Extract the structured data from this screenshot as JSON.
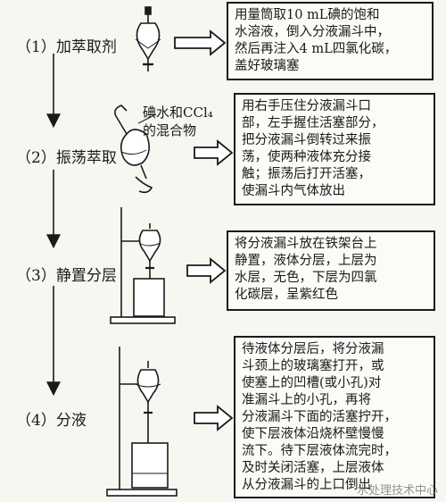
{
  "steps": [
    {
      "label": "（1）加萃取剂",
      "text": "用量筒取10 mL碘的饱和\n水溶液，倒入分液漏斗中，\n然后再注入4 mL四氯化碳，\n盖好玻璃塞"
    },
    {
      "label": "（2）振荡萃取",
      "text": "用右手压住分液漏斗口\n部，左手握住活塞部分，\n把分液漏斗倒转过来振\n荡，使两种液体充分接\n触；振荡后打开活塞，\n使漏斗内气体放出"
    },
    {
      "label": "（3）静置分层",
      "text": "将分液漏斗放在铁架台上\n静置，液体分层，上层为\n水层，无色，下层为四氯\n化碳层，呈紫红色"
    },
    {
      "label": "（4）分液",
      "text": "待液体分层后，将分液漏\n斗颈上的玻璃塞打开，或\n使塞上的凹槽(或小孔)对\n准漏斗上的小孔，再将\n分液漏斗下面的活塞拧开，\n使下层液体沿烧杯壁慢慢\n流下。待下层液体流完时，\n及时关闭活塞，上层液体\n从分液漏斗的上口倒出"
    }
  ],
  "mixture_label": "碘水和CCl₄\n的混合物",
  "watermark": "水处理技术中心"
}
